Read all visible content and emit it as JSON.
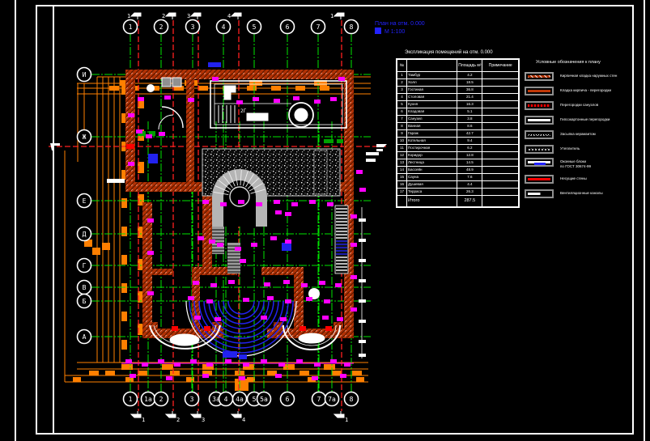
{
  "note": {
    "line1": "План на отм. 0.000",
    "line2": "М 1:100",
    "color": "#2222ff"
  },
  "schedule": {
    "title": "Экспликация помещений на отм. 0.000",
    "headers": {
      "num": "№",
      "name": "",
      "area": "Площадь м²",
      "note": "Примечание"
    },
    "rows": [
      {
        "num": "1",
        "name": "Тамбур",
        "area": "4.2",
        "note": ""
      },
      {
        "num": "2",
        "name": "Холл",
        "area": "18.5",
        "note": ""
      },
      {
        "num": "3",
        "name": "Гостиная",
        "area": "36.8",
        "note": ""
      },
      {
        "num": "4",
        "name": "Столовая",
        "area": "21.4",
        "note": ""
      },
      {
        "num": "5",
        "name": "Кухня",
        "area": "16.3",
        "note": ""
      },
      {
        "num": "6",
        "name": "Кладовая",
        "area": "5.1",
        "note": ""
      },
      {
        "num": "7",
        "name": "Санузел",
        "area": "3.8",
        "note": ""
      },
      {
        "num": "8",
        "name": "Ванная",
        "area": "8.6",
        "note": ""
      },
      {
        "num": "9",
        "name": "Гараж",
        "area": "42.7",
        "note": ""
      },
      {
        "num": "10",
        "name": "Котельная",
        "area": "9.4",
        "note": ""
      },
      {
        "num": "11",
        "name": "Постирочная",
        "area": "6.2",
        "note": ""
      },
      {
        "num": "12",
        "name": "Коридор",
        "area": "12.8",
        "note": ""
      },
      {
        "num": "13",
        "name": "Лестница",
        "area": "14.5",
        "note": ""
      },
      {
        "num": "14",
        "name": "Бассейн",
        "area": "48.9",
        "note": ""
      },
      {
        "num": "15",
        "name": "Сауна",
        "area": "7.6",
        "note": ""
      },
      {
        "num": "16",
        "name": "Душевая",
        "area": "4.4",
        "note": ""
      },
      {
        "num": "17",
        "name": "Терраса",
        "area": "26.3",
        "note": ""
      }
    ],
    "total": {
      "label": "Итого",
      "area": "287.5"
    }
  },
  "legend": {
    "title": "Условные обозначения к плану",
    "items": [
      {
        "swatch": "brick-hatch",
        "label": "Кирпичная кладка наружных стен",
        "label2": ""
      },
      {
        "swatch": "solid-clay",
        "label": "Кладка кирпича - перегородки",
        "label2": ""
      },
      {
        "swatch": "red-check",
        "label": "Перегородки санузлов",
        "label2": ""
      },
      {
        "swatch": "white-solid",
        "label": "Гипсокартонные перегородки",
        "label2": ""
      },
      {
        "swatch": "stipple-dense",
        "label": "Засыпка керамзитом",
        "label2": ""
      },
      {
        "swatch": "stipple-sparse",
        "label": "Утеплитель",
        "label2": ""
      },
      {
        "swatch": "window-blue",
        "label": "Оконные блоки",
        "label2": "по ГОСТ 30674-99"
      },
      {
        "swatch": "red-solid",
        "label": "Несущие стены",
        "label2": ""
      },
      {
        "swatch": "half-tone",
        "label": "Вентиляционные каналы",
        "label2": ""
      }
    ]
  },
  "axes": {
    "top": [
      "1",
      "2",
      "3",
      "4",
      "5",
      "6",
      "7",
      "8"
    ],
    "bottom": [
      "1",
      "1а",
      "2",
      "3",
      "3а",
      "4",
      "4а",
      "5",
      "5а",
      "6",
      "7",
      "7а",
      "8"
    ],
    "left": [
      "И",
      "Ж",
      "Е",
      "Д",
      "Г",
      "В",
      "Б",
      "А"
    ],
    "section_marks_top": [
      "1",
      "2",
      "3",
      "4",
      "1"
    ],
    "section_marks_bottom": [
      "1",
      "2",
      "3",
      "4",
      "1"
    ]
  },
  "plan_labels": {
    "pool_mark": "2Г"
  },
  "colors": {
    "axis_green": "#00e400",
    "section_red": "#ff2020",
    "dim_orange": "#ff7f00",
    "wall_brick": "#b23104",
    "dim_magenta": "#ff00ff",
    "stair_blue": "#2222ee"
  }
}
